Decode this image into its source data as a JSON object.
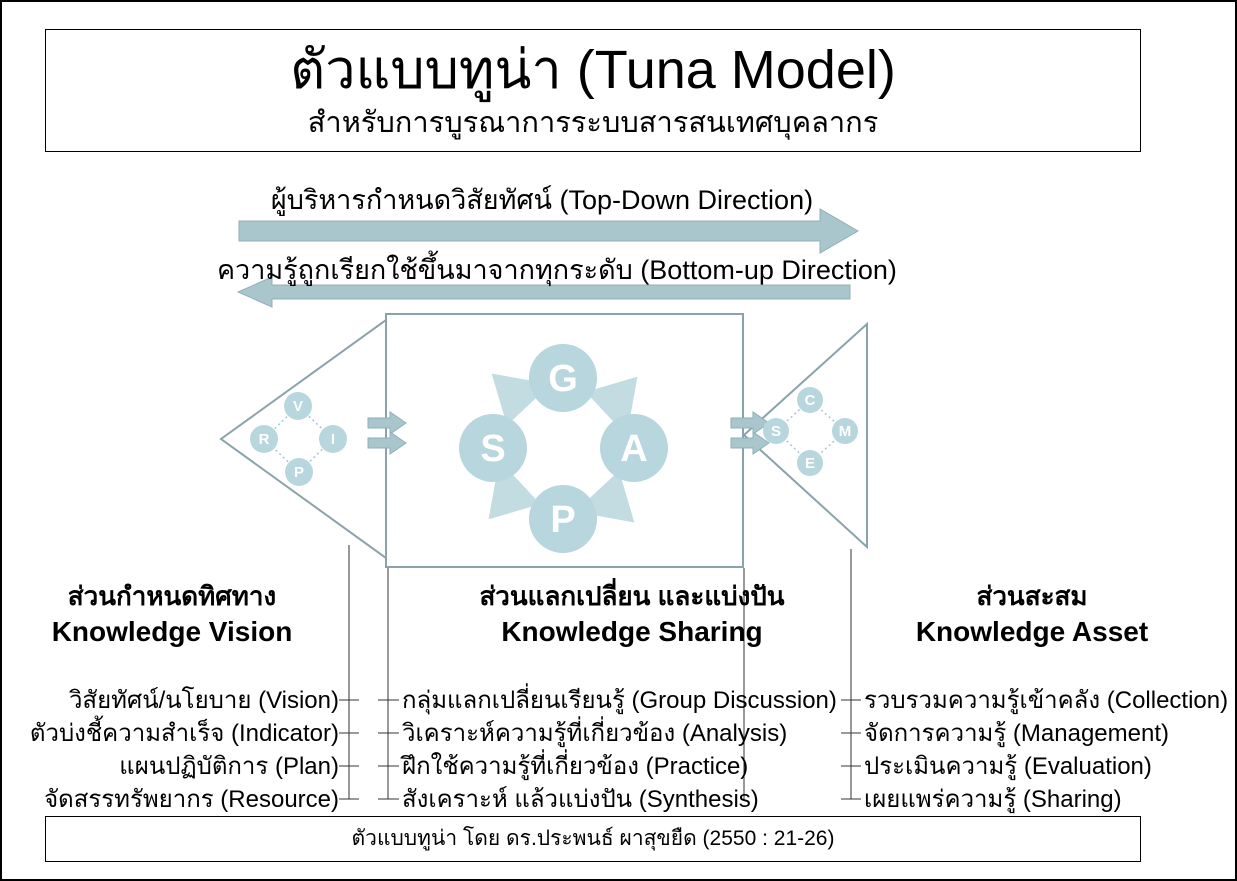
{
  "title": {
    "line1": "ตัวแบบทูน่า (Tuna Model)",
    "line2": "สำหรับการบูรณาการระบบสารสนเทศบุคลากร"
  },
  "direction_arrows": {
    "top_down": "ผู้บริหารกำหนดวิสัยทัศน์ (Top-Down Direction)",
    "bottom_up": "ความรู้ถูกเรียกใช้ขึ้นมาจากทุกระดับ (Bottom-up Direction)"
  },
  "fish": {
    "vision_nodes": {
      "top": "V",
      "left": "R",
      "right": "I",
      "bottom": "P"
    },
    "sharing_nodes": {
      "top": "G",
      "left": "S",
      "right": "A",
      "bottom": "P"
    },
    "asset_nodes": {
      "top": "C",
      "left": "S",
      "right": "M",
      "bottom": "E"
    }
  },
  "sections": {
    "vision": {
      "thai": "ส่วนกำหนดทิศทาง",
      "english": "Knowledge Vision",
      "items": [
        "วิสัยทัศน์/นโยบาย (Vision)",
        "ตัวบ่งชี้ความสำเร็จ (Indicator)",
        "แผนปฏิบัติการ (Plan)",
        "จัดสรรทรัพยากร (Resource)"
      ]
    },
    "sharing": {
      "thai": "ส่วนแลกเปลี่ยน และแบ่งปัน",
      "english": "Knowledge Sharing",
      "items": [
        "กลุ่มแลกเปลี่ยนเรียนรู้ (Group Discussion)",
        "วิเคราะห์ความรู้ที่เกี่ยวข้อง (Analysis)",
        "ฝึกใช้ความรู้ที่เกี่ยวข้อง (Practice)",
        "สังเคราะห์ แล้วแบ่งปัน (Synthesis)"
      ]
    },
    "asset": {
      "thai": "ส่วนสะสม",
      "english": "Knowledge Asset",
      "items": [
        "รวบรวมความรู้เข้าคลัง (Collection)",
        "จัดการความรู้ (Management)",
        "ประเมินความรู้ (Evaluation)",
        "เผยแพร่ความรู้ (Sharing)"
      ]
    }
  },
  "footer": "ตัวแบบทูน่า โดย ดร.ประพนธ์ ผาสุขยืด (2550 : 21-26)",
  "colors": {
    "arrow_fill": "#a9c6cd",
    "arrow_stroke": "#8fafb8",
    "node_fill": "#b7d6dd",
    "cycle_arrow": "#c3dce2",
    "outline": "#8aa3aa",
    "connector_line": "#333333"
  }
}
